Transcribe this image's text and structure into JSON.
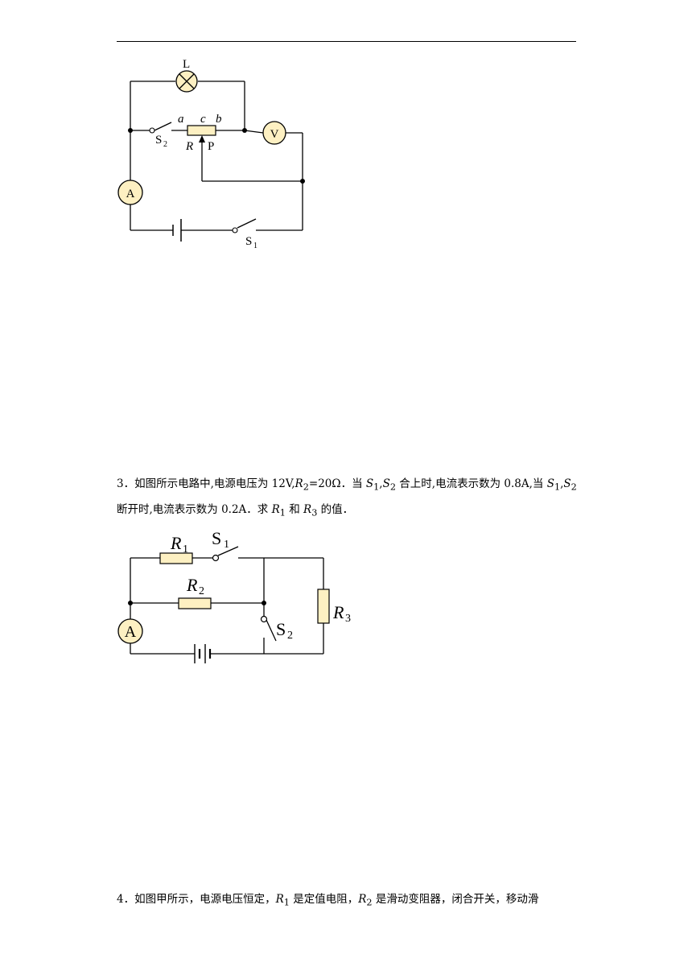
{
  "circuit1": {
    "lamp_label": "L",
    "ammeter_label": "A",
    "voltmeter_label": "V",
    "point_a": "a",
    "point_c": "c",
    "point_b": "b",
    "switch2_label": "S",
    "switch2_sub": "2",
    "switch1_label": "S",
    "switch1_sub": "1",
    "rheostat_label": "R",
    "slider_label": "P"
  },
  "question3": {
    "number": "3．",
    "line1_parts": [
      "如图所示电路中,电源电压为 12V,",
      "R",
      "2",
      "=20Ω．当 ",
      "S",
      "1",
      ",",
      "S",
      "2",
      " 合上时,电流表示数为 0.8A,当 ",
      "S",
      "1",
      ",",
      "S",
      "2"
    ],
    "line2_parts": [
      "断开时,电流表示数为 0.2A．求 ",
      "R",
      "1",
      " 和 ",
      "R",
      "3",
      " 的值．"
    ]
  },
  "circuit2": {
    "r1_label": "R",
    "r1_sub": "1",
    "r2_label": "R",
    "r2_sub": "2",
    "r3_label": "R",
    "r3_sub": "3",
    "s1_label": "S",
    "s1_sub": "1",
    "s2_label": "S",
    "s2_sub": "2",
    "ammeter_label": "A"
  },
  "question4": {
    "number": "4．",
    "parts": [
      "如图甲所示，电源电压恒定，",
      "R",
      "1",
      " 是定值电阻，",
      "R",
      "2",
      " 是滑动变阻器，闭合开关，移动滑"
    ]
  }
}
